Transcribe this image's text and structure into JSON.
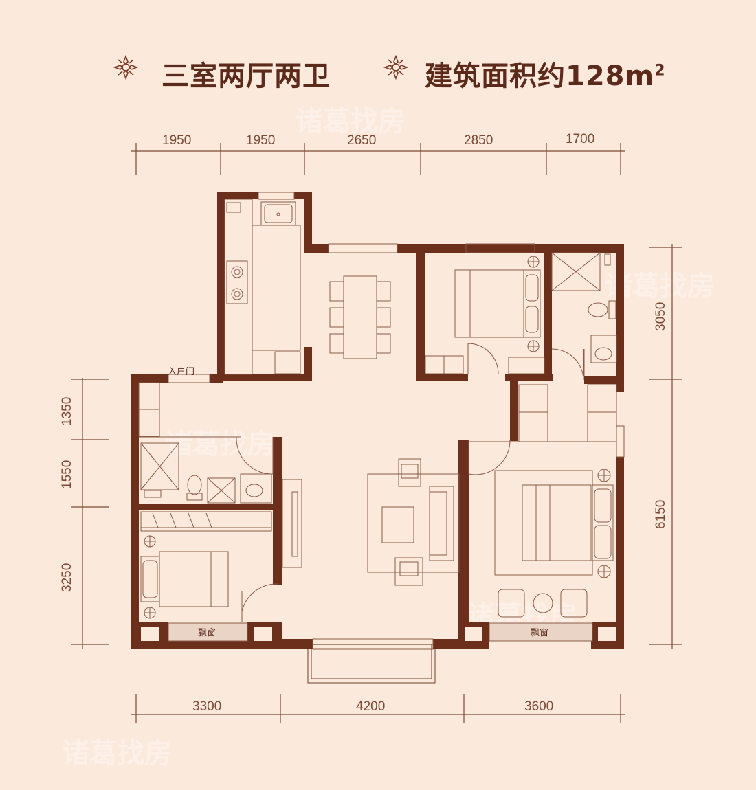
{
  "header": {
    "layout_title": "三室两厅两卫",
    "area_title_prefix": "建筑面积约128m",
    "area_title_sup": "2"
  },
  "dimensions": {
    "top": [
      "1950",
      "1950",
      "2650",
      "2850",
      "1700"
    ],
    "bottom": [
      "3300",
      "4200",
      "3600"
    ],
    "left": [
      "1350",
      "1550",
      "3250"
    ],
    "right": [
      "3050",
      "6150"
    ]
  },
  "labels": {
    "entrance": "入户门",
    "bay_window_left": "飘窗",
    "bay_window_right": "飘窗"
  },
  "watermark": "诸葛找房",
  "colors": {
    "background": "#fbe9dc",
    "wall": "#6b2f1c",
    "line": "#7a4a36",
    "title": "#5c2a1b"
  }
}
